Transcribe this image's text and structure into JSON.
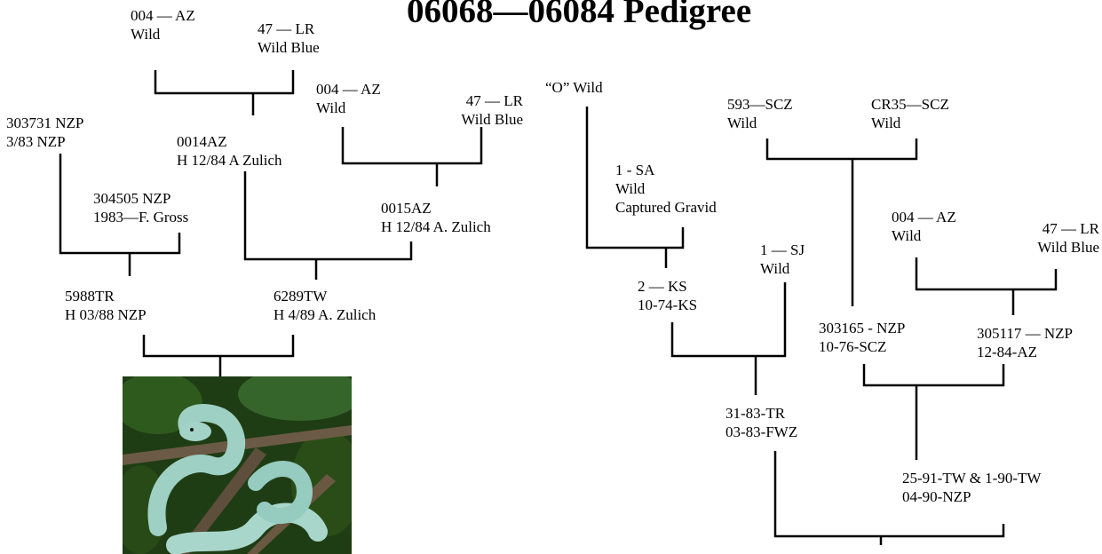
{
  "title": "06068—06084 Pedigree",
  "nodes": {
    "az004_a": {
      "l1": "004 — AZ",
      "l2": "Wild"
    },
    "lr47_a": {
      "l1": "47 — LR",
      "l2": "Wild Blue"
    },
    "az004_b": {
      "l1": "004 — AZ",
      "l2": "Wild"
    },
    "lr47_b": {
      "l1": "47 — LR",
      "l2": "Wild Blue"
    },
    "nzp303731": {
      "l1": "303731 NZP",
      "l2": "3/83 NZP"
    },
    "az0014": {
      "l1": "0014AZ",
      "l2": "H 12/84 A Zulich"
    },
    "nzp304505": {
      "l1": "304505 NZP",
      "l2": "1983—F. Gross"
    },
    "az0015": {
      "l1": "0015AZ",
      "l2": "H 12/84 A. Zulich"
    },
    "tr5988": {
      "l1": "5988TR",
      "l2": "H 03/88 NZP"
    },
    "tw6289": {
      "l1": "6289TW",
      "l2": "H 4/89 A. Zulich"
    },
    "o_wild": {
      "l1": "“O” Wild"
    },
    "sa1": {
      "l1": "1 - SA",
      "l2": "Wild",
      "l3": "Captured Gravid"
    },
    "scz593": {
      "l1": "593—SCZ",
      "l2": "Wild"
    },
    "scz_cr35": {
      "l1": "CR35—SCZ",
      "l2": "Wild"
    },
    "az004_c": {
      "l1": "004 — AZ",
      "l2": "Wild"
    },
    "lr47_c": {
      "l1": "47 — LR",
      "l2": "Wild Blue"
    },
    "sj1": {
      "l1": "1 — SJ",
      "l2": "Wild"
    },
    "ks2": {
      "l1": "2 — KS",
      "l2": "10-74-KS"
    },
    "nzp303165": {
      "l1": "303165  - NZP",
      "l2": "10-76-SCZ"
    },
    "nzp305117": {
      "l1": "305117 — NZP",
      "l2": "12-84-AZ"
    },
    "tr31_83": {
      "l1": "31-83-TR",
      "l2": "03-83-FWZ"
    },
    "tw25_91": {
      "l1": "25-91-TW & 1-90-TW",
      "l2": "04-90-NZP"
    }
  }
}
